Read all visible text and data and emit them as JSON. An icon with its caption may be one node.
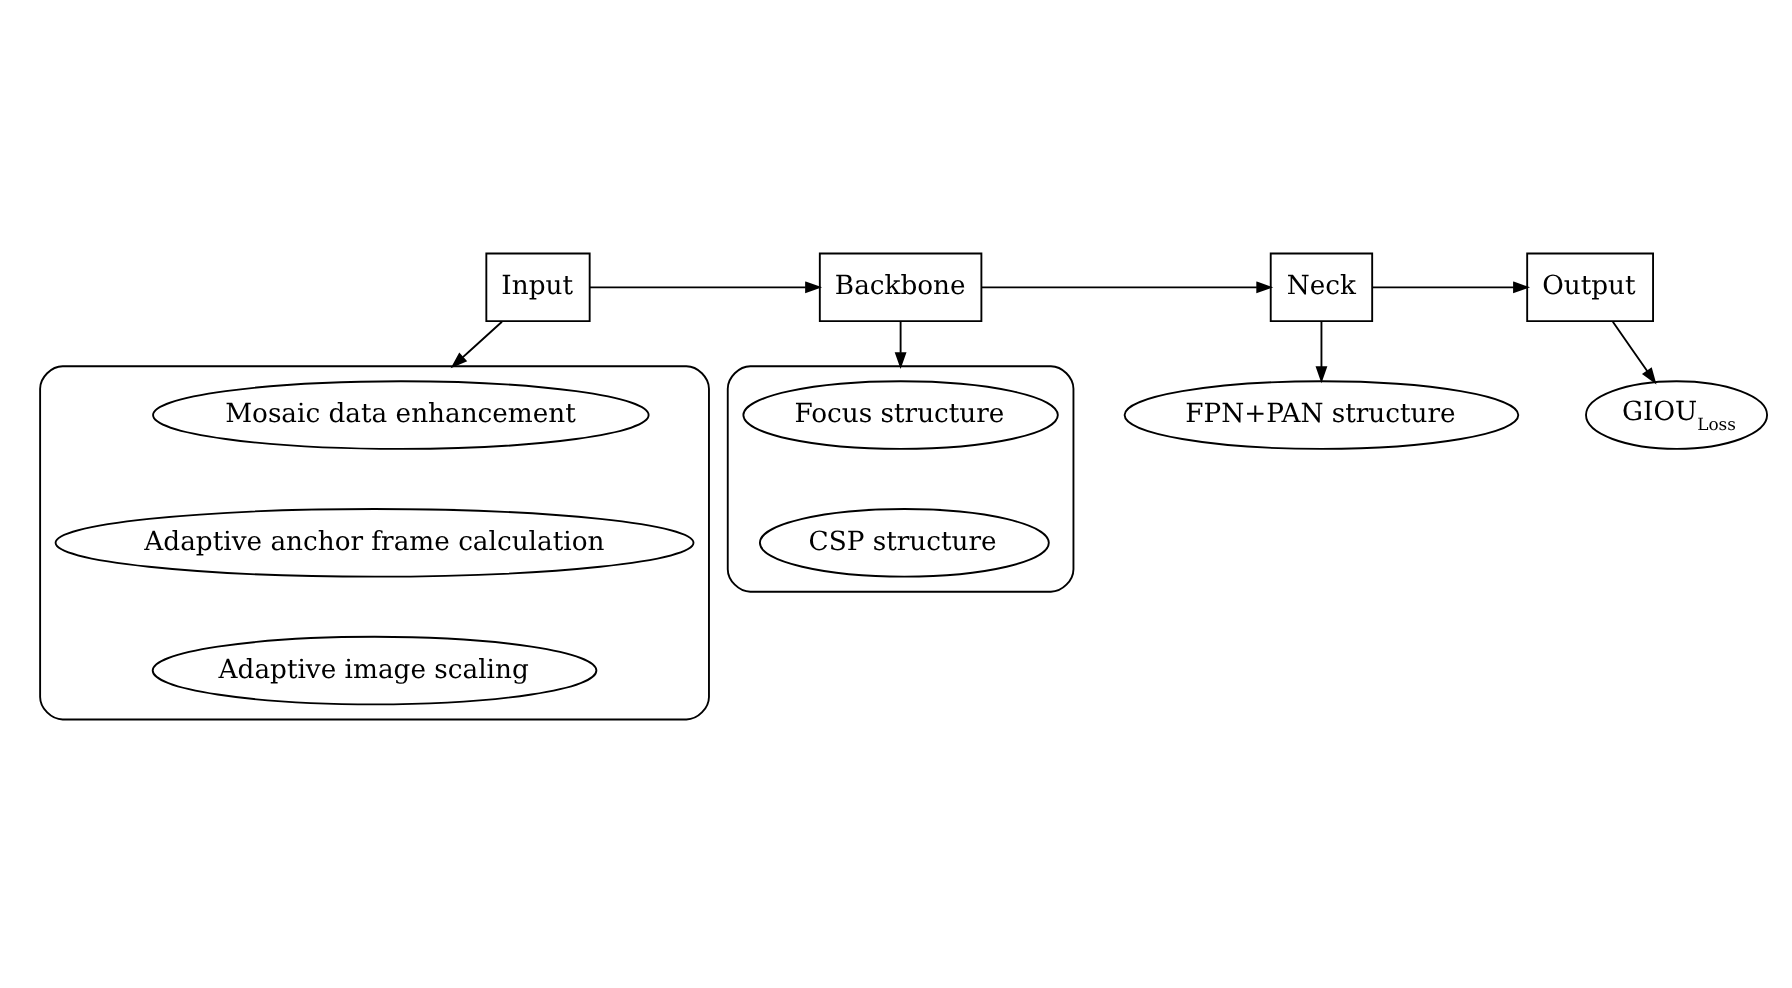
{
  "diagram": {
    "nodes": [
      {
        "text": [
          "Input"
        ]
      },
      {
        "text": [
          "Backbone"
        ]
      },
      {
        "text": [
          "Neck"
        ]
      },
      {
        "text": [
          "Output"
        ]
      },
      {
        "text": [],
        "shape": "box"
      },
      {
        "text": [
          "Mosaic data enhancement"
        ],
        "in": 4
      },
      {
        "text": [
          "Adaptive anchor frame calculation"
        ],
        "in": 4
      },
      {
        "text": [
          "Adaptive image scaling"
        ],
        "in": 4
      },
      {
        "text": [],
        "shape": "box"
      },
      {
        "text": [
          "Focus structure"
        ],
        "in": 8
      },
      {
        "text": [
          "CSP structure"
        ],
        "in": 8
      },
      {
        "text": [
          "FPN+PAN structure"
        ]
      },
      {
        "text": [
          "GIOU$_{Loss}$"
        ]
      }
    ],
    "edges": [
      {
        "from": 0,
        "to": 1,
        "arrow": "to"
      },
      {
        "from": 1,
        "to": 2,
        "arrow": "to"
      },
      {
        "from": 2,
        "to": 3,
        "arrow": "to"
      },
      {
        "from": 0,
        "to": 4,
        "arrow": "to"
      },
      {
        "from": 1,
        "to": 8,
        "arrow": "to"
      },
      {
        "from": 2,
        "to": 11,
        "arrow": "to"
      },
      {
        "from": 3,
        "to": 12,
        "arrow": "to"
      }
    ]
  }
}
